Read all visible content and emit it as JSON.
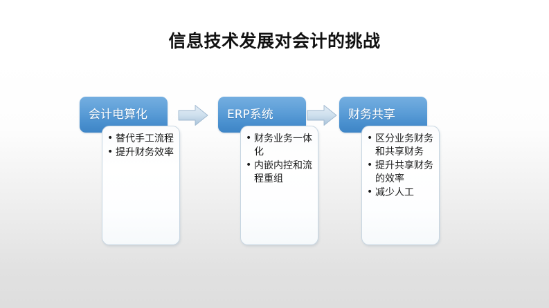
{
  "slide": {
    "title": "信息技术发展对会计的挑战",
    "background_top_color": "#ffffff",
    "background_bottom_color": "#dedede",
    "title_color": "#111111"
  },
  "diagram": {
    "type": "process-flow",
    "accent_color": "#4a90cf",
    "header_text_color": "#ffffff",
    "body_border_color": "#c7d6e2",
    "arrow_color": "#b8cde0",
    "arrow_icon_name": "right-arrow-icon",
    "stages": [
      {
        "id": "stage-1",
        "header": "会计电算化",
        "bullets": [
          "替代手工流程",
          "提升财务效率"
        ]
      },
      {
        "id": "stage-2",
        "header": "ERP系统",
        "bullets": [
          "财务业务一体化",
          "内嵌内控和流程重组"
        ]
      },
      {
        "id": "stage-3",
        "header": "财务共享",
        "bullets": [
          "区分业务财务和共享财务",
          "提升共享财务的效率",
          "减少人工"
        ]
      }
    ],
    "arrows": [
      {
        "id": "arrow-1",
        "from": "stage-1",
        "to": "stage-2"
      },
      {
        "id": "arrow-2",
        "from": "stage-2",
        "to": "stage-3"
      }
    ]
  }
}
